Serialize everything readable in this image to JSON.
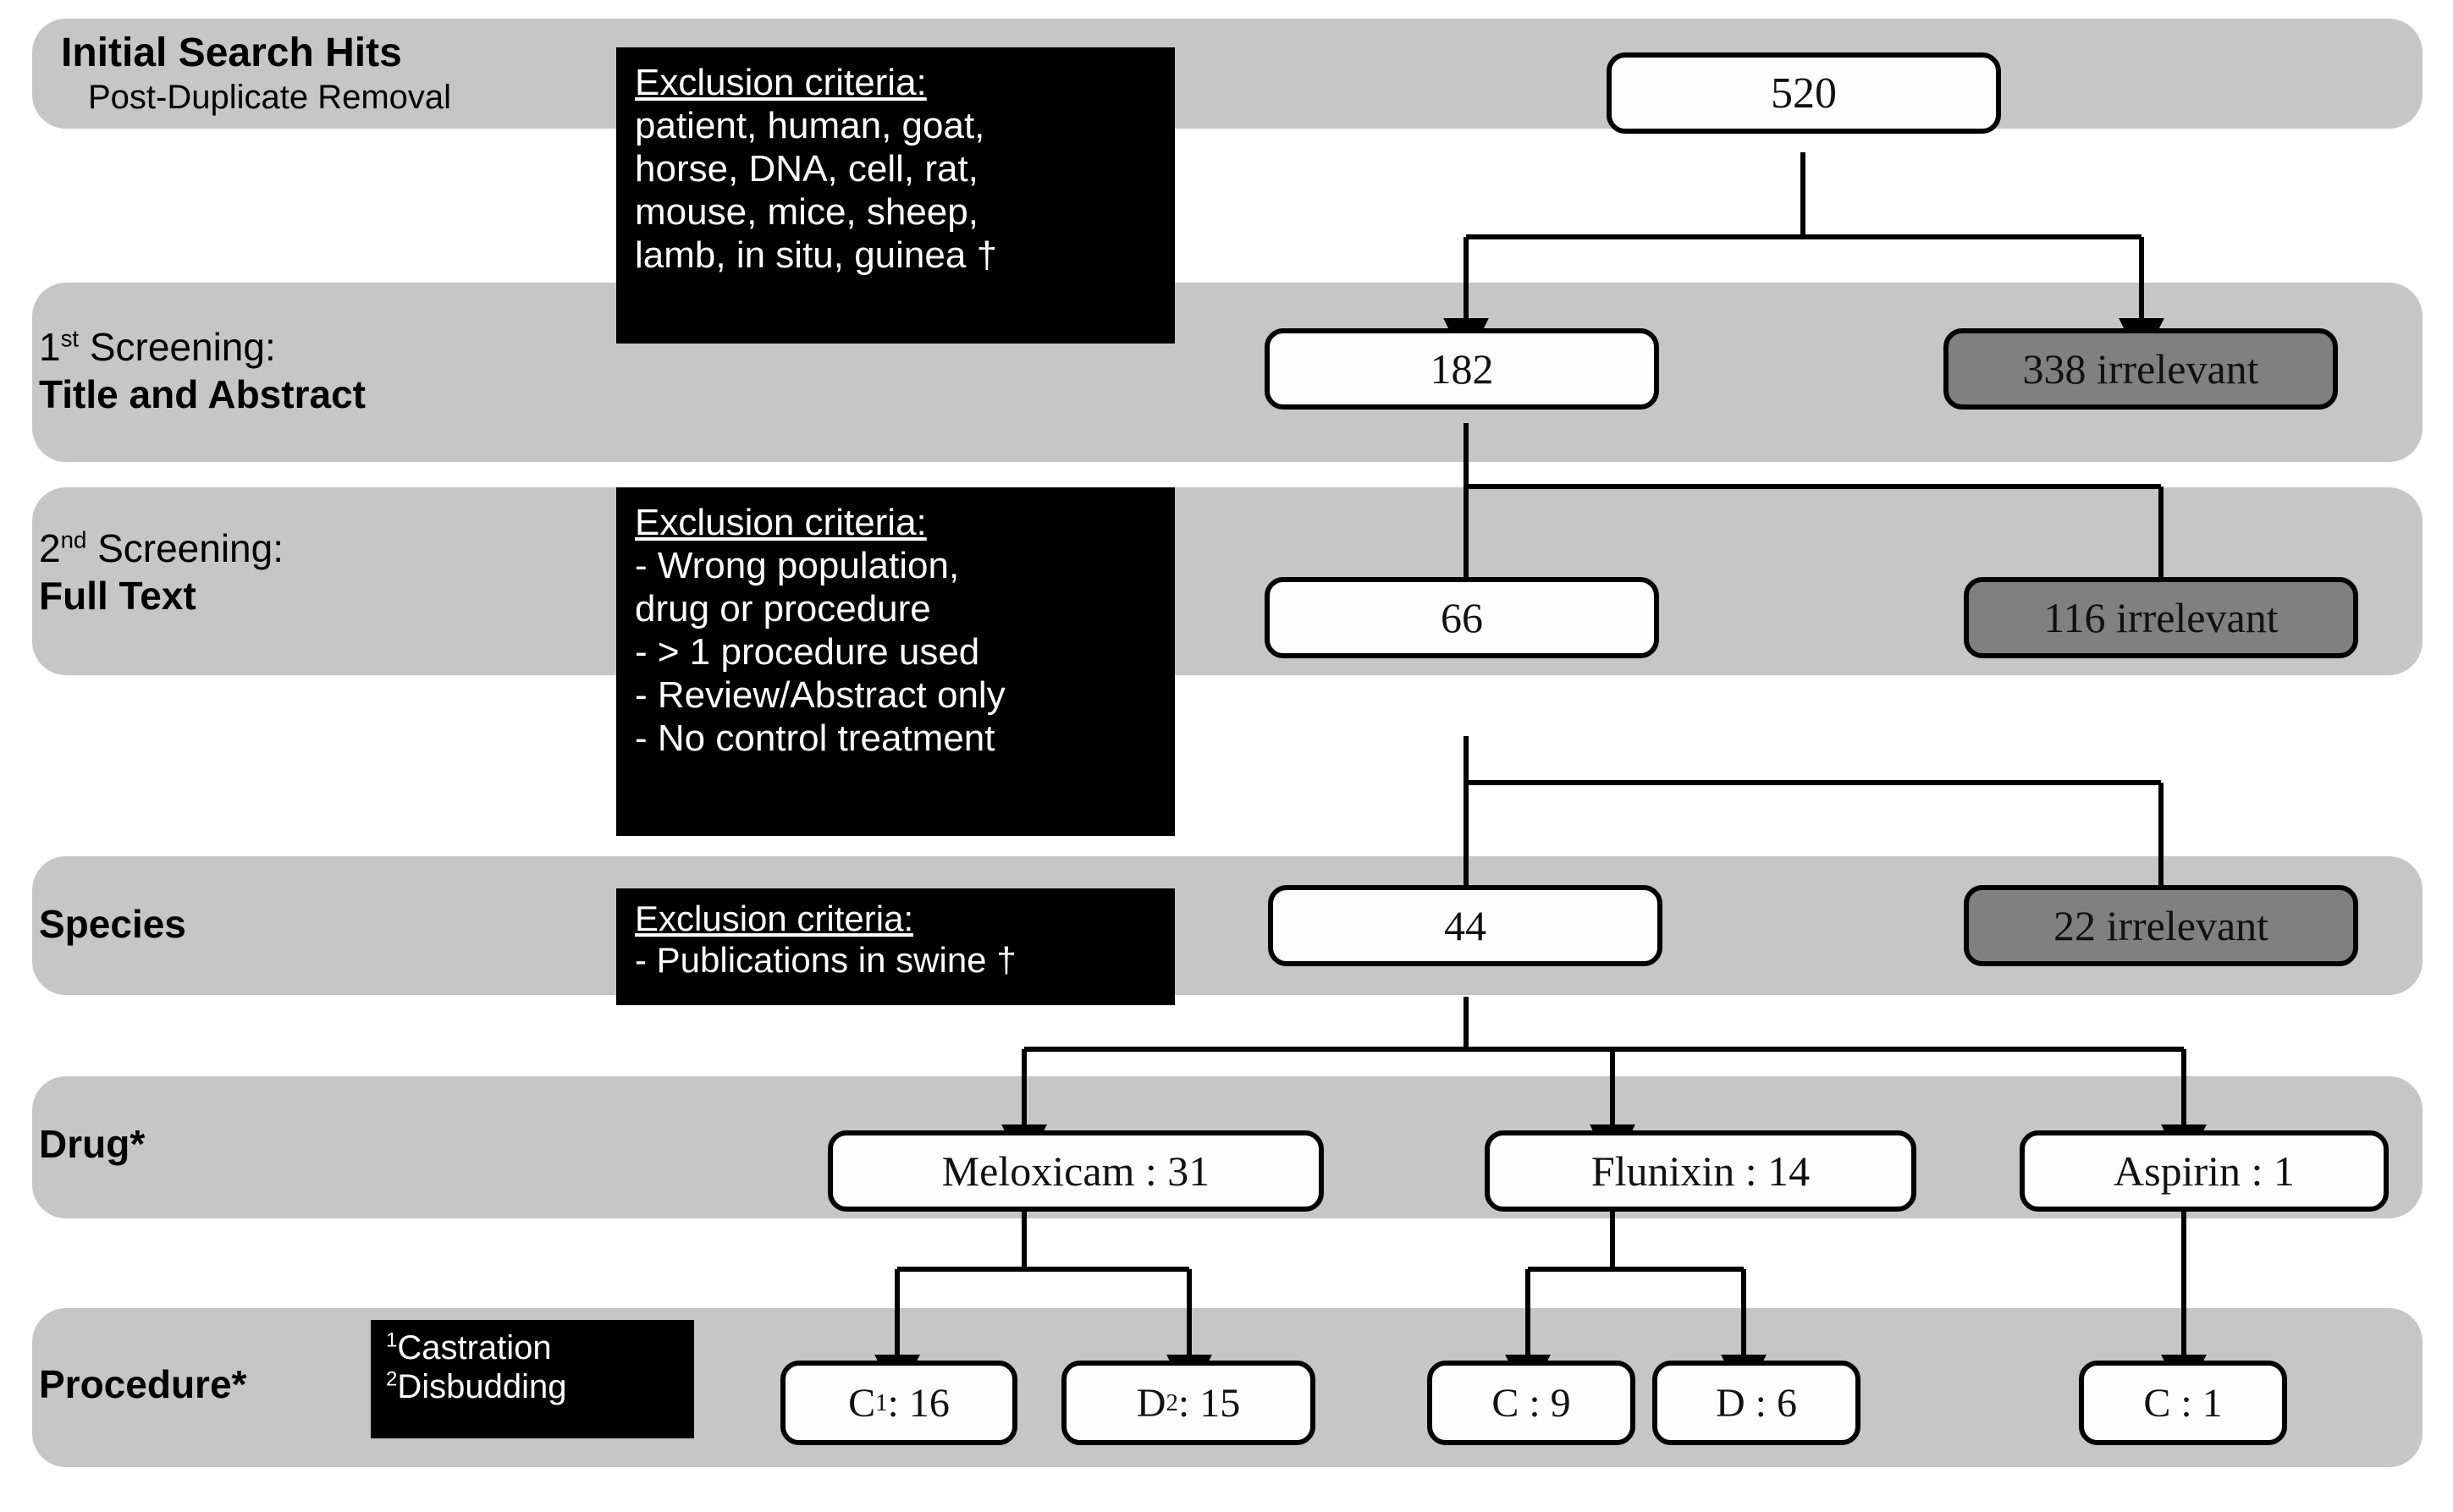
{
  "diagram": {
    "title": "PRISMA-style study selection flow diagram",
    "colors": {
      "band": "#c6c6c6",
      "node_fill": "#fdfdfd",
      "node_excluded_fill": "#808080",
      "callout_bg": "#000000",
      "callout_text": "#ffffff",
      "stroke": "#000000"
    }
  },
  "rows": [
    {
      "id": "initial-search-hits",
      "label_line1": "Initial Search Hits",
      "label_line2": "Post-Duplicate Removal",
      "label_line1_weight": "bold",
      "label_line2_weight": "normal"
    },
    {
      "id": "first-screening",
      "label_line1": "1st Screening:",
      "label_line1_sup": "st",
      "label_line1_prefix": "1",
      "label_line1_rest": " Screening:",
      "label_line2": "Title and Abstract",
      "label_line1_weight": "normal",
      "label_line2_weight": "bold"
    },
    {
      "id": "second-screening",
      "label_line1_prefix": "2",
      "label_line1_sup": "nd",
      "label_line1_rest": " Screening:",
      "label_line2": "Full Text",
      "label_line1_weight": "normal",
      "label_line2_weight": "bold"
    },
    {
      "id": "species",
      "label_line1": "Species",
      "label_line1_weight": "bold"
    },
    {
      "id": "drug",
      "label_line1": "Drug*",
      "label_line1_weight": "bold"
    },
    {
      "id": "procedure",
      "label_line1": "Procedure*",
      "label_line1_weight": "bold"
    }
  ],
  "callouts": {
    "search_terms": {
      "header": "Exclusion criteria:",
      "lines": [
        "patient, human, goat,",
        "horse, DNA, cell, rat,",
        "mouse, mice, sheep,",
        "lamb, in situ, guinea †"
      ]
    },
    "full_text": {
      "header": "Exclusion criteria:",
      "lines": [
        "- Wrong population,",
        "drug or procedure",
        "- > 1 procedure used",
        "- Review/Abstract only",
        "- No control treatment"
      ]
    },
    "species": {
      "header": "Exclusion criteria:",
      "lines": [
        "- Publications in swine †"
      ]
    },
    "procedure_legend": {
      "lines": [
        "¹Castration",
        "²Disbudding"
      ],
      "line1_sup": "1",
      "line1_text": "Castration",
      "line2_sup": "2",
      "line2_text": "Disbudding"
    }
  },
  "nodes": {
    "initial_total": "520",
    "screen1_included": "182",
    "screen1_excluded": "338 irrelevant",
    "screen2_included": "66",
    "screen2_excluded": "116 irrelevant",
    "species_included": "44",
    "species_excluded": "22 irrelevant",
    "drug_meloxicam": "Meloxicam : 31",
    "drug_flunixin": "Flunixin : 14",
    "drug_aspirin": "Aspirin : 1",
    "proc_melox_castration_prefix": "C",
    "proc_melox_castration_sup": "1",
    "proc_melox_castration_value": " : 16",
    "proc_melox_disbud_prefix": "D",
    "proc_melox_disbud_sup": "2",
    "proc_melox_disbud_value": " : 15",
    "proc_flunixin_castration": "C : 9",
    "proc_flunixin_disbud": "D : 6",
    "proc_aspirin_castration": "C : 1"
  },
  "chart_data": {
    "type": "diagram",
    "title": "Literature screening flow",
    "stages": [
      {
        "stage": "Initial Search Hits (Post-Duplicate Removal)",
        "included": 520,
        "excluded": null
      },
      {
        "stage": "1st Screening: Title and Abstract",
        "included": 182,
        "excluded": 338
      },
      {
        "stage": "2nd Screening: Full Text",
        "included": 66,
        "excluded": 116
      },
      {
        "stage": "Species",
        "included": 44,
        "excluded": 22
      },
      {
        "stage": "Drug",
        "breakdown": [
          {
            "name": "Meloxicam",
            "count": 31
          },
          {
            "name": "Flunixin",
            "count": 14
          },
          {
            "name": "Aspirin",
            "count": 1
          }
        ]
      },
      {
        "stage": "Procedure",
        "breakdown": [
          {
            "drug": "Meloxicam",
            "procedure": "Castration",
            "count": 16
          },
          {
            "drug": "Meloxicam",
            "procedure": "Disbudding",
            "count": 15
          },
          {
            "drug": "Flunixin",
            "procedure": "Castration",
            "count": 9
          },
          {
            "drug": "Flunixin",
            "procedure": "Disbudding",
            "count": 6
          },
          {
            "drug": "Aspirin",
            "procedure": "Castration",
            "count": 1
          }
        ]
      }
    ]
  }
}
